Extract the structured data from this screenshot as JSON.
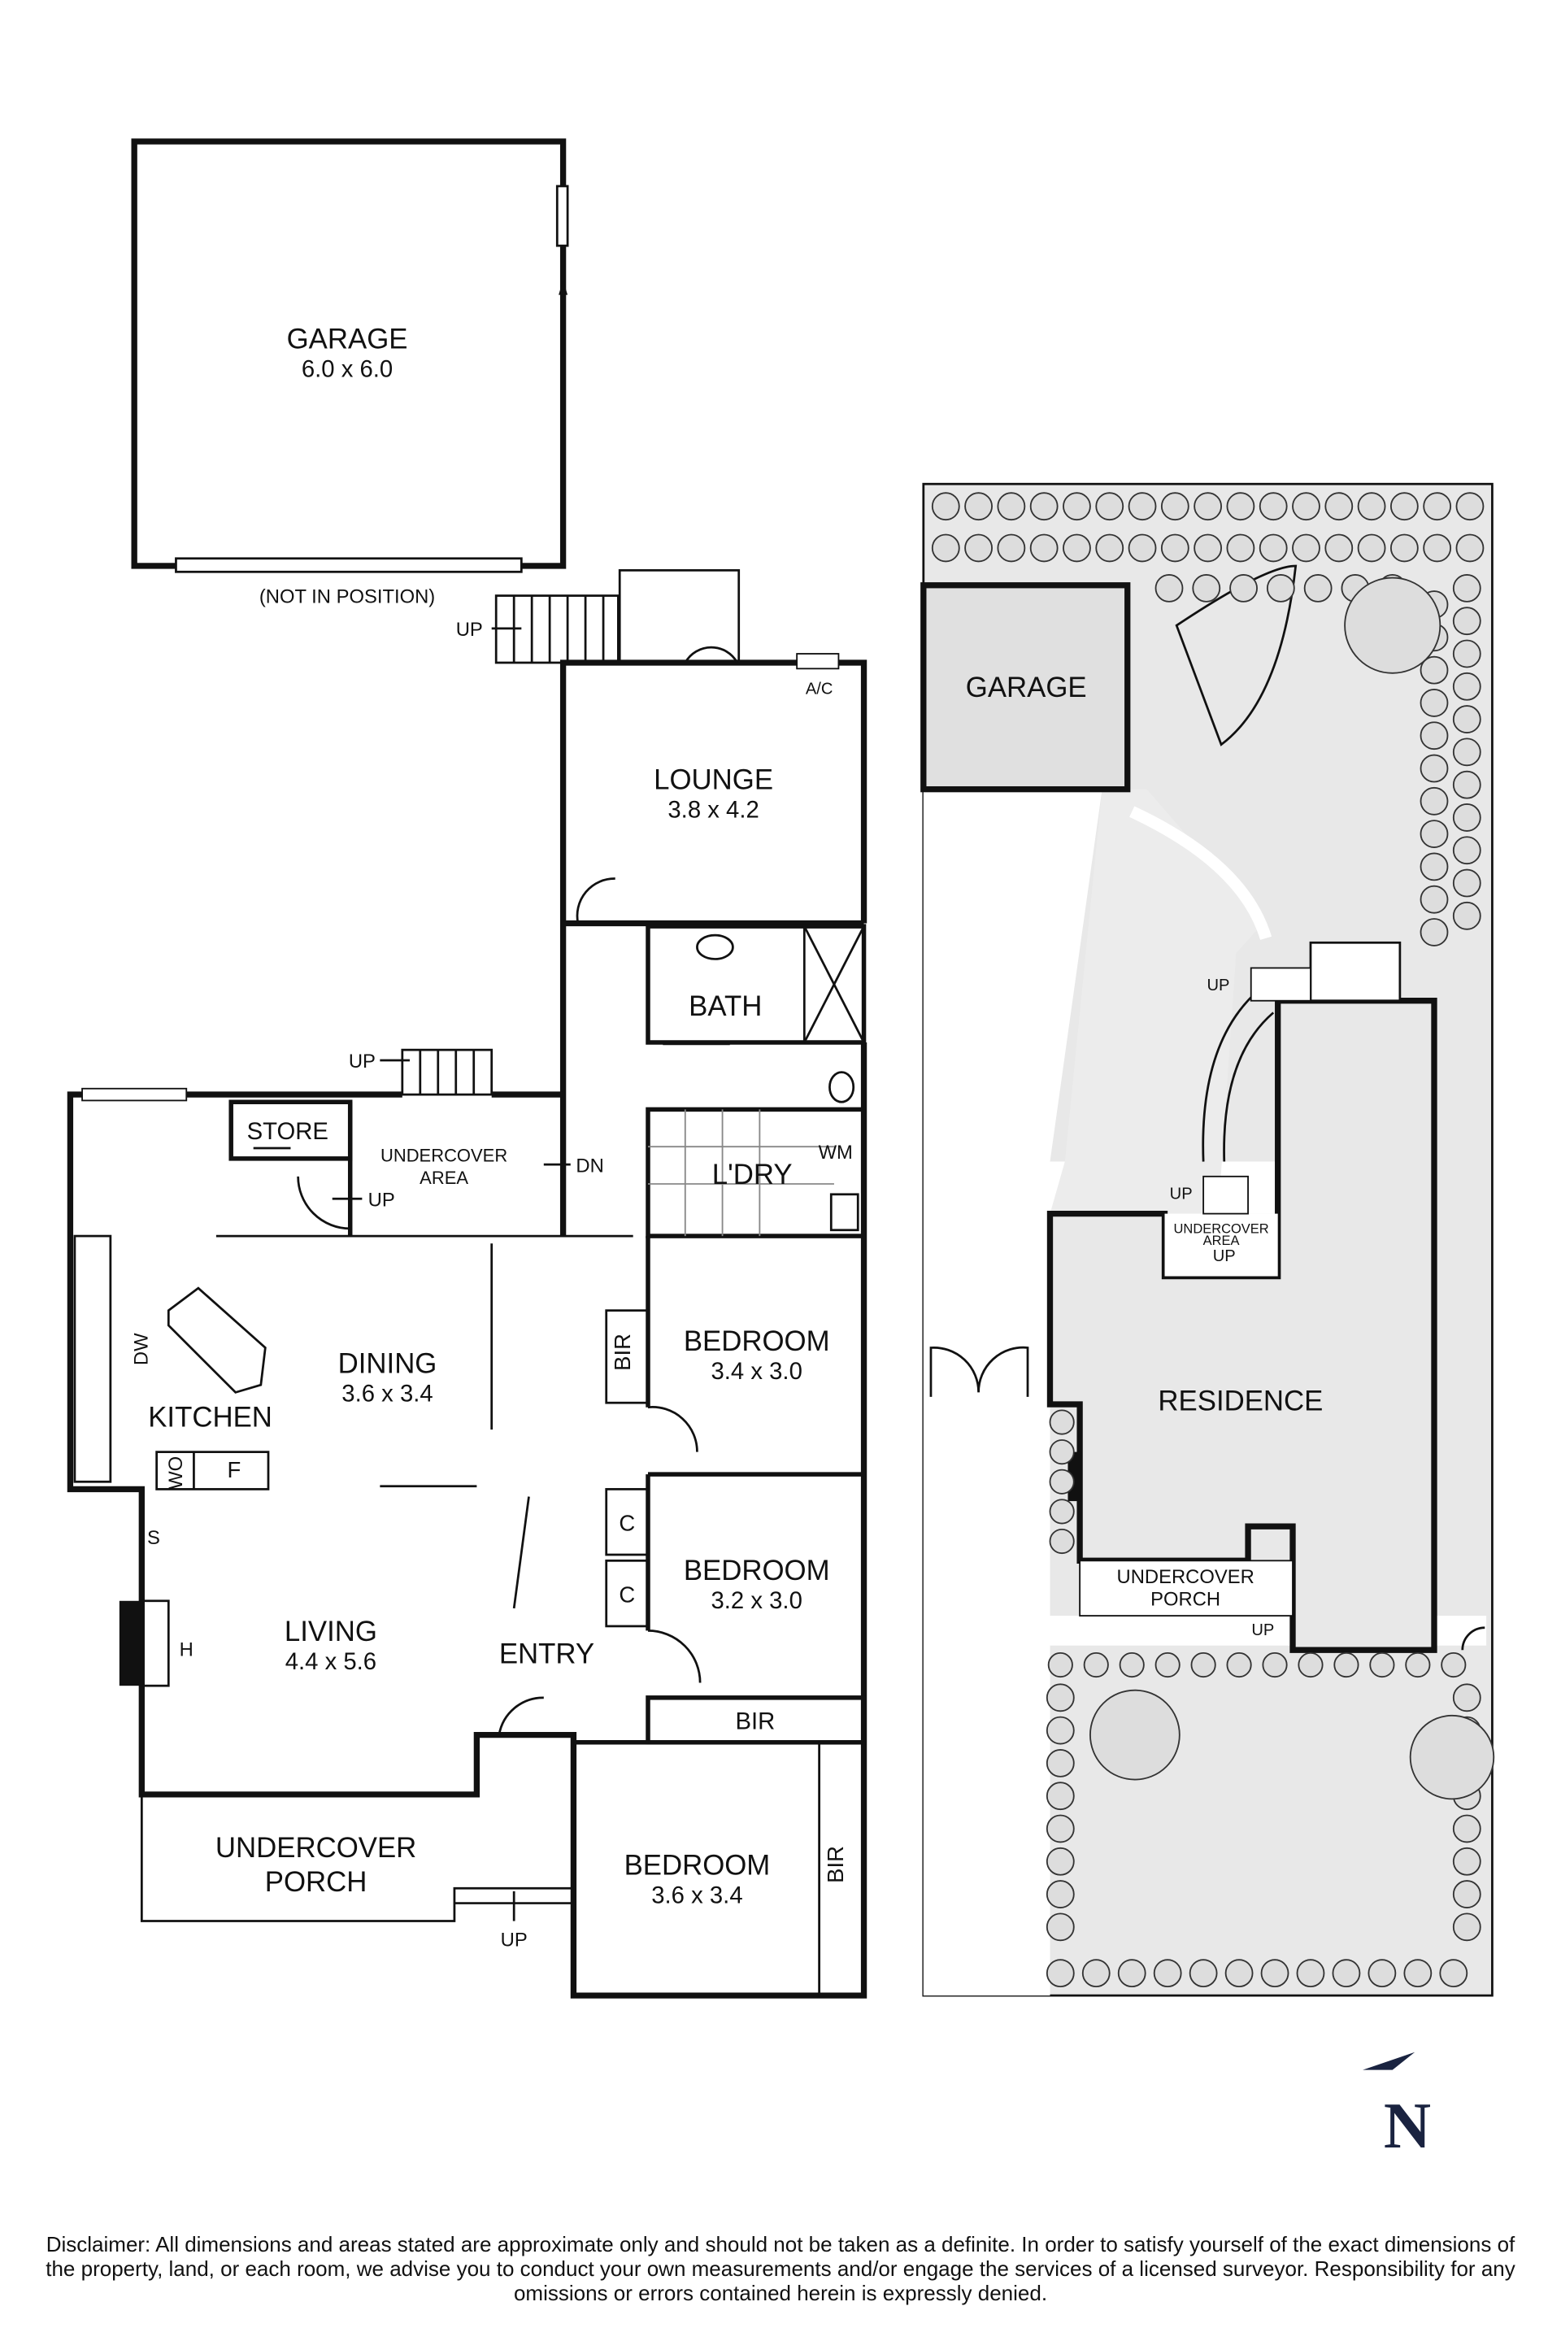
{
  "floorplan": {
    "garage": {
      "name": "GARAGE",
      "dims": "6.0 x 6.0",
      "note": "(NOT IN POSITION)"
    },
    "lounge": {
      "name": "LOUNGE",
      "dims": "3.8 x 4.2"
    },
    "bath": {
      "name": "BATH"
    },
    "laundry": {
      "name": "L'DRY",
      "wm": "WM"
    },
    "store": {
      "name": "STORE"
    },
    "undercover_area": {
      "line1": "UNDERCOVER",
      "line2": "AREA"
    },
    "kitchen": {
      "name": "KITCHEN",
      "dw": "DW",
      "wo": "WO",
      "f": "F"
    },
    "dining": {
      "name": "DINING",
      "dims": "3.6 x 3.4"
    },
    "living": {
      "name": "LIVING",
      "dims": "4.4 x 5.6",
      "s": "S",
      "h": "H"
    },
    "entry": {
      "name": "ENTRY"
    },
    "bedroom1": {
      "name": "BEDROOM",
      "dims": "3.4 x 3.0",
      "bir": "BIR"
    },
    "bedroom2": {
      "name": "BEDROOM",
      "dims": "3.2 x 3.0",
      "c": "C"
    },
    "bedroom3": {
      "name": "BEDROOM",
      "dims": "3.6 x 3.4",
      "bir": "BIR"
    },
    "bir_hall": "BIR",
    "porch": {
      "line1": "UNDERCOVER",
      "line2": "PORCH"
    },
    "up": "UP",
    "dn": "DN",
    "ac": "A/C"
  },
  "siteplan": {
    "garage": "GARAGE",
    "residence": "RESIDENCE",
    "undercover_area": {
      "line1": "UNDERCOVER",
      "line2": "AREA"
    },
    "porch": {
      "line1": "UNDERCOVER",
      "line2": "PORCH"
    },
    "up": "UP"
  },
  "compass": {
    "label": "N"
  },
  "disclaimer": "Disclaimer: All dimensions and areas stated are approximate only and should not be taken as a definite. In order to satisfy yourself of the exact dimensions of the property, land, or each room, we advise you to conduct your own measurements and/or engage the services of a licensed surveyor. Responsibility for any omissions or errors contained herein is expressly denied."
}
